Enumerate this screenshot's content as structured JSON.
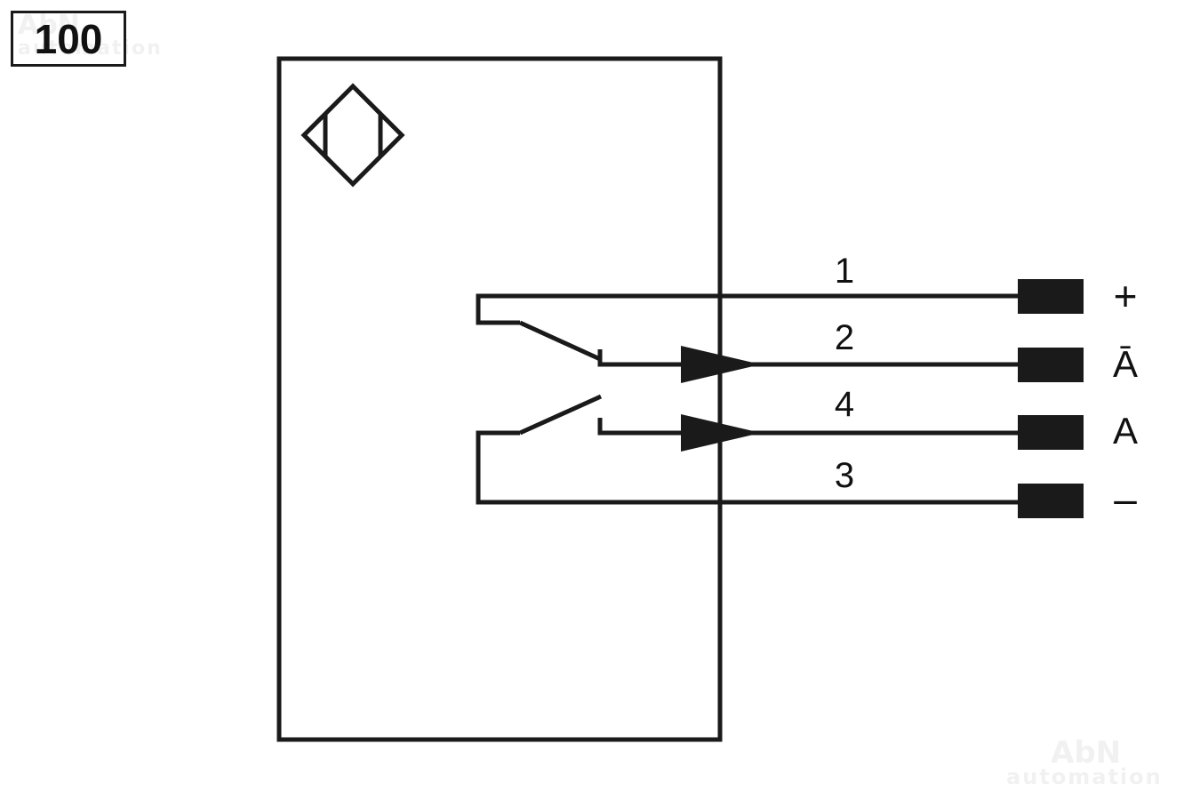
{
  "code_label": "100",
  "watermark": {
    "brand": "AbN",
    "sub": "automation"
  },
  "wires": [
    {
      "pin": "1",
      "signal": "+"
    },
    {
      "pin": "2",
      "signal": "Ā"
    },
    {
      "pin": "4",
      "signal": "A"
    },
    {
      "pin": "3",
      "signal": "–"
    }
  ],
  "colors": {
    "line": "#1a1a1a",
    "background": "#ffffff"
  }
}
